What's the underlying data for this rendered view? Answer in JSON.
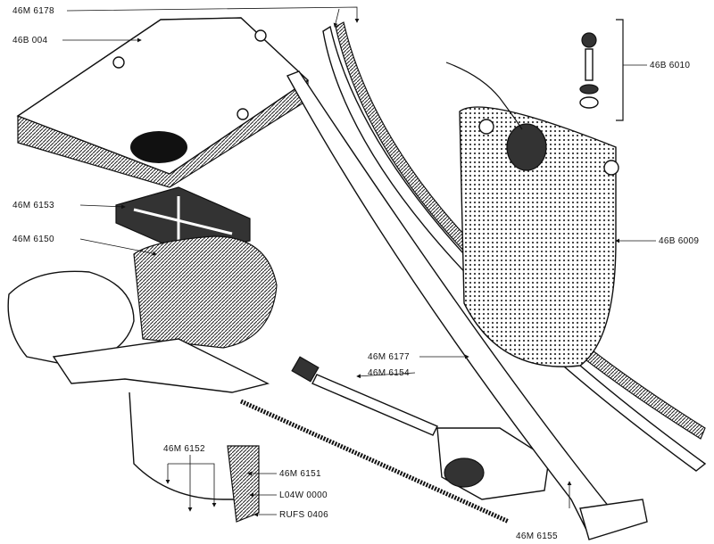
{
  "diagram": {
    "type": "exploded-parts-diagram",
    "labels": {
      "p6178": "46M 6178",
      "p004": "46B 004",
      "p6010": "46B 6010",
      "p6153": "46M  6153",
      "p6150": "46M 6150",
      "p6009": "46B 6009",
      "p6177": "46M 6177",
      "p6154": "46M 6154",
      "p6152": "46M 6152",
      "p6151": "46M 6151",
      "l04w": "L04W 0000",
      "rufs": "RUFS 0406",
      "p6155": "46M 6155"
    }
  }
}
